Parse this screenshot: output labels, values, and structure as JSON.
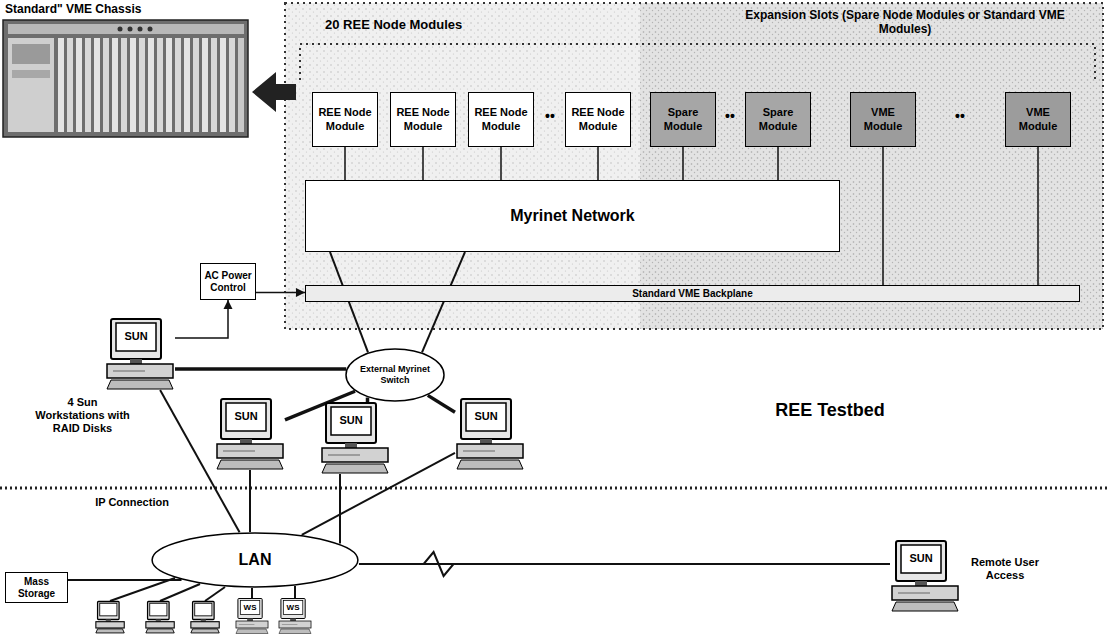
{
  "diagram": {
    "nodes": [
      {
        "text": [
          "20 REE Node Modules",
          "Expansion Slots (Spare Node Modules or Standard VME Modules)"
        ]
      },
      {
        "text": [
          "REE Node Module"
        ],
        "in": 0
      },
      {
        "text": [
          "REE Node Module"
        ],
        "in": 0
      },
      {
        "text": [
          "REE Node Module"
        ],
        "in": 0
      },
      {
        "text": [
          "REE Node Module"
        ],
        "in": 0
      },
      {
        "text": [
          "Spare Module"
        ],
        "in": 0
      },
      {
        "text": [
          "Spare Module"
        ],
        "in": 0
      },
      {
        "text": [
          "VME Module"
        ],
        "in": 0
      },
      {
        "text": [
          "VME Module"
        ],
        "in": 0
      },
      {
        "text": [
          "Myrinet Network"
        ],
        "in": 0
      },
      {
        "text": [
          "Standard VME Backplane"
        ],
        "in": 0
      },
      {
        "text": [
          "SUN"
        ]
      },
      {
        "text": [
          "AC Power Control"
        ]
      },
      {
        "text": [
          "External Myrinet Switch"
        ]
      },
      {
        "text": [
          "SUN"
        ]
      },
      {
        "text": [
          "SUN"
        ]
      },
      {
        "text": [
          "SUN"
        ]
      },
      {
        "text": [
          "LAN"
        ]
      },
      {
        "text": [
          "Mass Storage"
        ]
      },
      {
        "text": [
          "WS"
        ]
      },
      {
        "text": [
          "WS"
        ]
      },
      {
        "text": [
          "SUN"
        ]
      }
    ],
    "edges": [
      {
        "from": 1,
        "to": 9,
        "arrow": "none"
      },
      {
        "from": 2,
        "to": 9,
        "arrow": "none"
      },
      {
        "from": 3,
        "to": 9,
        "arrow": "none"
      },
      {
        "from": 4,
        "to": 9,
        "arrow": "none"
      },
      {
        "from": 5,
        "to": 9,
        "arrow": "none"
      },
      {
        "from": 6,
        "to": 9,
        "arrow": "none"
      },
      {
        "from": 7,
        "to": 10,
        "arrow": "none"
      },
      {
        "from": 8,
        "to": 10,
        "arrow": "none"
      },
      {
        "from": 9,
        "to": 13,
        "arrow": "none"
      },
      {
        "from": 9,
        "to": 13,
        "arrow": "none"
      },
      {
        "from": 11,
        "to": 12,
        "arrow": "to"
      },
      {
        "from": 12,
        "to": 10,
        "arrow": "to"
      },
      {
        "from": 13,
        "to": 11,
        "arrow": "none"
      },
      {
        "from": 13,
        "to": 14,
        "arrow": "none"
      },
      {
        "from": 13,
        "to": 15,
        "arrow": "none"
      },
      {
        "from": 13,
        "to": 16,
        "arrow": "none"
      },
      {
        "from": 11,
        "to": 17,
        "arrow": "none"
      },
      {
        "from": 14,
        "to": 17,
        "arrow": "none"
      },
      {
        "from": 15,
        "to": 17,
        "arrow": "none"
      },
      {
        "from": 16,
        "to": 17,
        "arrow": "none"
      },
      {
        "from": 17,
        "to": 18,
        "arrow": "none"
      },
      {
        "from": 17,
        "to": 19,
        "arrow": "none"
      },
      {
        "from": 17,
        "to": 20,
        "arrow": "none"
      },
      {
        "from": 21,
        "to": 17,
        "arrow": "none"
      }
    ],
    "labels": [
      "Standard\" VME Chassis",
      "••",
      "••",
      "••",
      "4 Sun Workstations with RAID Disks",
      "REE Testbed",
      "IP Connection",
      "Remote User Access"
    ]
  }
}
